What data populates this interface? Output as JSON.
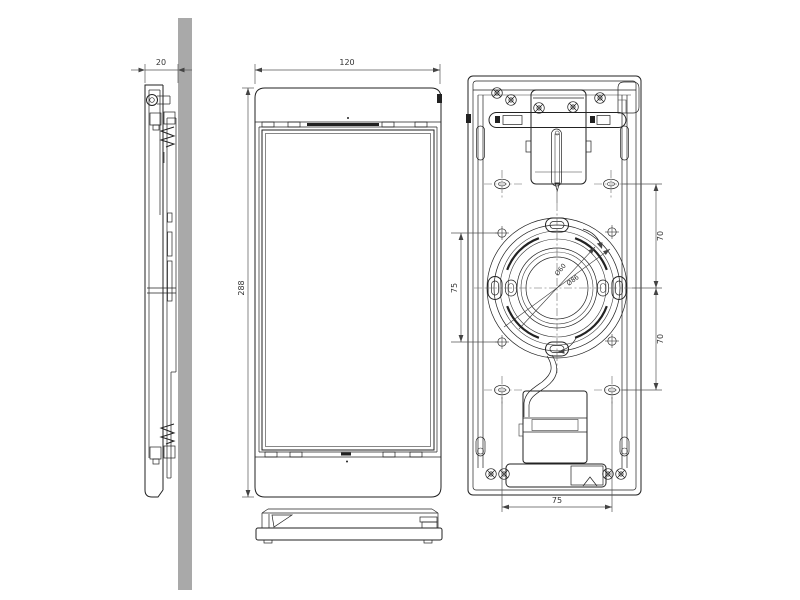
{
  "drawing": {
    "description": "Three-view technical drawing of a tablet wall-mount enclosure",
    "background": "#ffffff",
    "line_color": "#222222",
    "dim_color": "#333333",
    "wall_color": "#a9a9a9"
  },
  "views": {
    "side": {
      "label": "side-profile-view",
      "dim_depth": "20"
    },
    "front": {
      "label": "front-view",
      "dim_width": "120",
      "dim_height": "288"
    },
    "back": {
      "label": "rear-mounting-view",
      "dim_plate_span": "75",
      "dim_offset_upper": "70",
      "dim_offset_lower": "70",
      "dim_hole_span": "75",
      "dim_dia_inner": "Ø60",
      "dim_dia_outer": "Ø86"
    }
  }
}
